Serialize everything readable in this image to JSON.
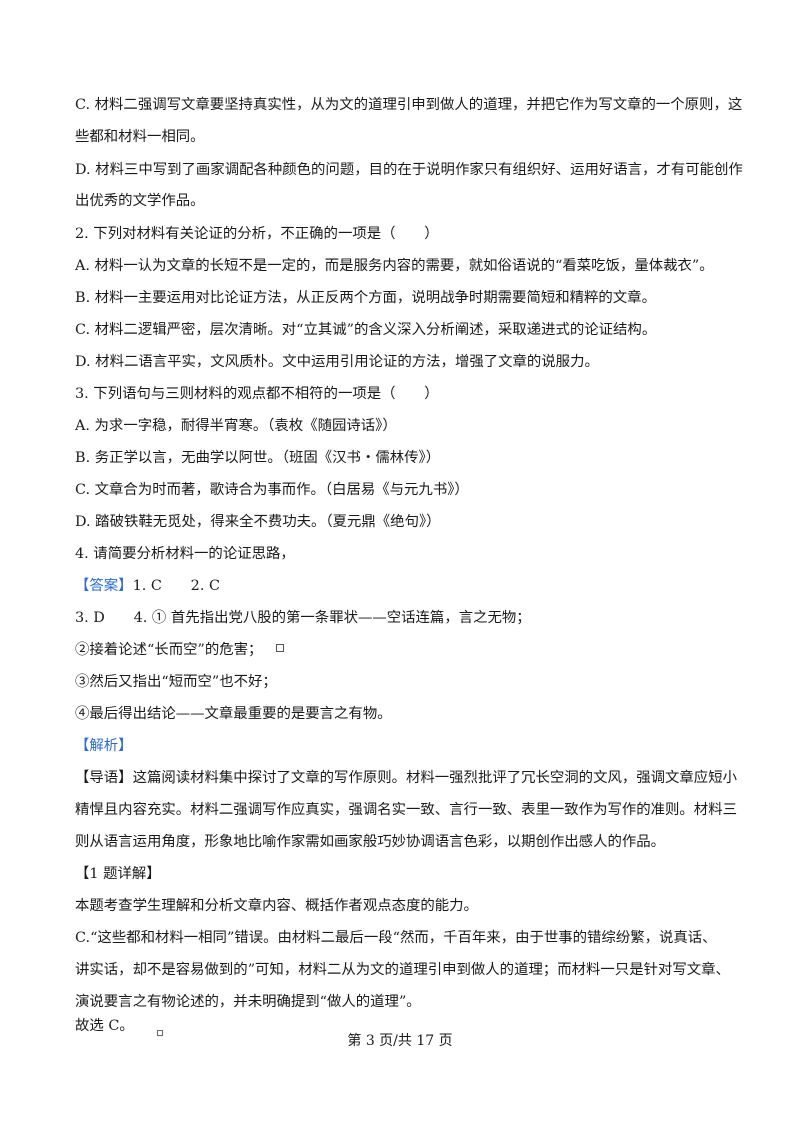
{
  "lines": [
    "C. 材料二强调写文章要坚持真实性，从为文的道理引申到做人的道理，并把它作为写文章的一个原则，这",
    "些都和材料一相同。",
    "D. 材料三中写到了画家调配各种颜色的问题，目的在于说明作家只有组织好、运用好语言，才有可能创作",
    "出优秀的文学作品。",
    "2. 下列对材料有关论证的分析，不正确的一项是（　　）",
    "A. 材料一认为文章的长短不是一定的，而是服务内容的需要，就如俗语说的“看菜吃饭，量体裁衣”。",
    "B. 材料一主要运用对比论证方法，从正反两个方面，说明战争时期需要简短和精粹的文章。",
    "C. 材料二逻辑严密，层次清晰。对“立其诚”的含义深入分析阐述，采取递进式的论证结构。",
    "D. 材料二语言平实，文风质朴。文中运用引用论证的方法，增强了文章的说服力。",
    "3. 下列语句与三则材料的观点都不相符的一项是（　　）",
    "A. 为求一字稳，耐得半宵寒。（袁枚《随园诗话》）",
    "B. 务正学以言，无曲学以阿世。（班固《汉书・儒林传》）",
    "C. 文章合为时而著，歌诗合为事而作。（白居易《与元九书》）",
    "D. 踏破铁鞋无觅处，得来全不费功夫。（夏元鼎《绝句》）",
    "4. 请简要分析材料一的论证思路，"
  ],
  "answer": {
    "label": "【答案】",
    "line1": "1. C　　2. C",
    "line2": "3. D　　4. ① 首先指出党八股的第一条罪状——空话连篇，言之无物；",
    "line3": "②接着论述“长而空”的危害；",
    "line4": "③然后又指出“短而空”也不好；",
    "line5": "④最后得出结论——文章最重要的是要言之有物。"
  },
  "analysis": {
    "label": "【解析】",
    "intro1": "【导语】这篇阅读材料集中探讨了文章的写作原则。材料一强烈批评了冗长空洞的文风，强调文章应短小",
    "intro2": "精悍且内容充实。材料二强调写作应真实，强调名实一致、言行一致、表里一致作为写作的准则。材料三",
    "intro3": "则从语言运用角度，形象地比喻作家需如画家般巧妙协调语言色彩，以期创作出感人的作品。",
    "detail_label": "【1 题详解】",
    "d1": "本题考查学生理解和分析文章内容、概括作者观点态度的能力。",
    "d2": "C.“这些都和材料一相同”错误。由材料二最后一段“然而，千百年来，由于世事的错综纷繁，说真话、",
    "d3": "讲实话，却不是容易做到的”可知，材料二从为文的道理引申到做人的道理；而材料一只是针对写文章、",
    "d4": "演说要言之有物论述的，并未明确提到“做人的道理”。",
    "d5": "故选 C。"
  },
  "footer": "第 3 页/共 17 页",
  "colors": {
    "label_blue": "#2a6ad6",
    "text": "#1a1a1a"
  }
}
